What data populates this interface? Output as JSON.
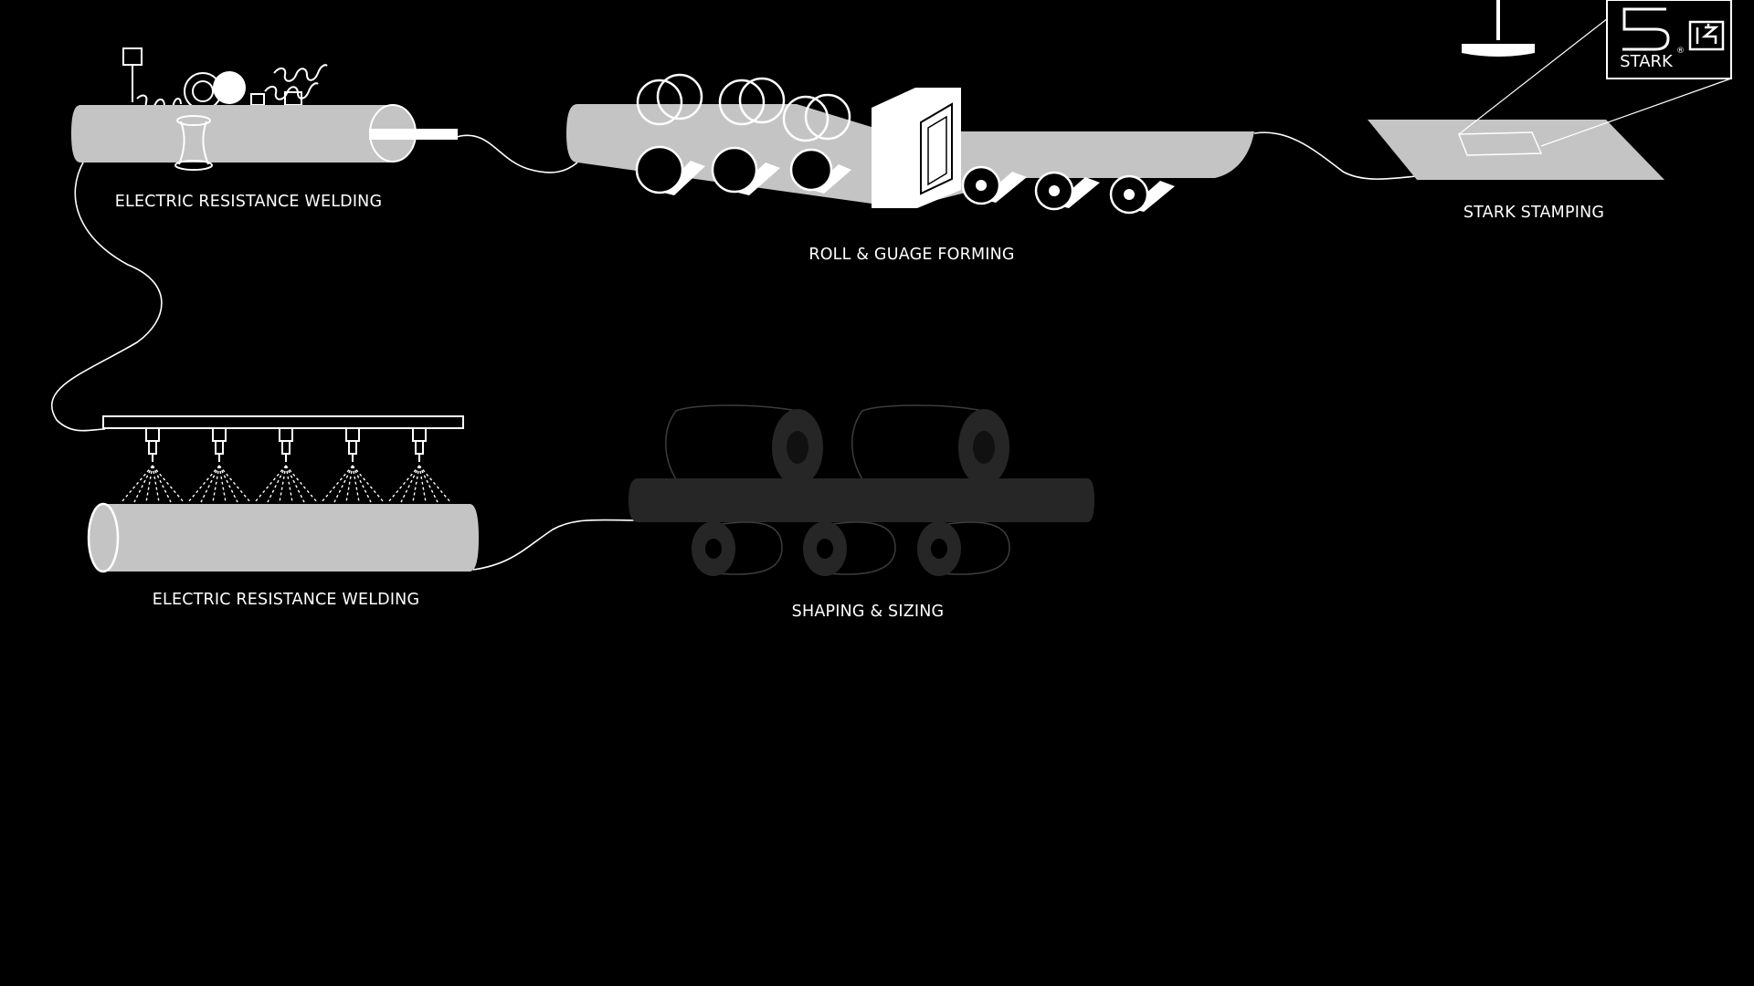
{
  "colors": {
    "background": "#000000",
    "pipe": "#c4c4c4",
    "stroke": "#ffffff",
    "dark_pipe": "#262626",
    "dark_stroke": "#3c3c3c",
    "label": "#ffffff"
  },
  "stages": {
    "stamping": {
      "label": "STARK STAMPING"
    },
    "roll_forming": {
      "label": "ROLL & GUAGE FORMING"
    },
    "erw_top": {
      "label": "ELECTRIC RESISTANCE WELDING"
    },
    "erw_bottom": {
      "label": "ELECTRIC RESISTANCE WELDING"
    },
    "shaping": {
      "label": "SHAPING & SIZING"
    }
  },
  "logo": {
    "brand_text": "STARK",
    "registered": "®",
    "cert_mark": "ISI"
  }
}
